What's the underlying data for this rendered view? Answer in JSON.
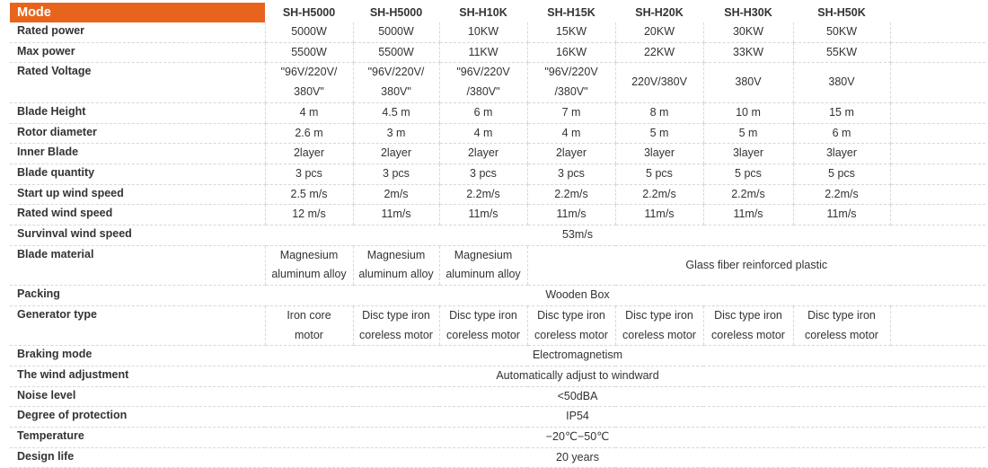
{
  "header": {
    "mode_label": "Mode",
    "models": [
      "SH-H5000",
      "SH-H5000",
      "SH-H10K",
      "SH-H15K",
      "SH-H20K",
      "SH-H30K",
      "SH-H50K"
    ]
  },
  "rows": [
    {
      "name": "rated-power",
      "label": "Rated power",
      "values": [
        "5000W",
        "5000W",
        "10KW",
        "15KW",
        "20KW",
        "30KW",
        "50KW"
      ]
    },
    {
      "name": "max-power",
      "label": "Max power",
      "values": [
        "5500W",
        "5500W",
        "11KW",
        "16KW",
        "22KW",
        "33KW",
        "55KW"
      ]
    },
    {
      "name": "rated-voltage",
      "label": "Rated Voltage",
      "tall": true,
      "values": [
        "\"96V/220V/\n380V\"",
        "\"96V/220V/\n380V\"",
        "\"96V/220V\n/380V\"",
        "\"96V/220V\n/380V\"",
        "220V/380V",
        "380V",
        "380V"
      ]
    },
    {
      "name": "blade-height",
      "label": "Blade Height",
      "values": [
        "4 m",
        "4.5 m",
        "6 m",
        "7 m",
        "8 m",
        "10 m",
        "15 m"
      ]
    },
    {
      "name": "rotor-diameter",
      "label": "Rotor diameter",
      "values": [
        "2.6 m",
        "3 m",
        "4 m",
        "4 m",
        "5 m",
        "5 m",
        "6 m"
      ]
    },
    {
      "name": "inner-blade",
      "label": "Inner Blade",
      "values": [
        "2layer",
        "2layer",
        "2layer",
        "2layer",
        "3layer",
        "3layer",
        "3layer"
      ]
    },
    {
      "name": "blade-quantity",
      "label": "Blade quantity",
      "values": [
        "3 pcs",
        "3 pcs",
        "3 pcs",
        "3 pcs",
        "5 pcs",
        "5 pcs",
        "5 pcs"
      ]
    },
    {
      "name": "start-up-wind-speed",
      "label": "Start up wind speed",
      "values": [
        "2.5 m/s",
        "2m/s",
        "2.2m/s",
        "2.2m/s",
        "2.2m/s",
        "2.2m/s",
        "2.2m/s"
      ]
    },
    {
      "name": "rated-wind-speed",
      "label": "Rated wind speed",
      "values": [
        "12 m/s",
        "11m/s",
        "11m/s",
        "11m/s",
        "11m/s",
        "11m/s",
        "11m/s"
      ]
    },
    {
      "name": "survival-wind-speed",
      "label": "Survinval wind speed",
      "span": "53m/s"
    },
    {
      "name": "blade-material",
      "label": "Blade material",
      "tall": true,
      "values": [
        "Magnesium\naluminum alloy",
        "Magnesium\naluminum alloy",
        "Magnesium\naluminum alloy"
      ],
      "rest": "Glass fiber reinforced plastic"
    },
    {
      "name": "packing",
      "label": "Packing",
      "span": "Wooden Box"
    },
    {
      "name": "generator-type",
      "label": "Generator type",
      "tall": true,
      "values": [
        "Iron core\nmotor",
        "Disc type iron\ncoreless motor",
        "Disc type iron\ncoreless motor",
        "Disc type iron\ncoreless motor",
        "Disc type iron\ncoreless motor",
        "Disc type iron\ncoreless motor",
        "Disc type iron\ncoreless motor"
      ]
    },
    {
      "name": "braking-mode",
      "label": "Braking mode",
      "span": "Electromagnetism"
    },
    {
      "name": "wind-adjustment",
      "label": "The wind adjustment",
      "span": "Automatically adjust to windward"
    },
    {
      "name": "noise-level",
      "label": "Noise level",
      "span": "<50dBA"
    },
    {
      "name": "degree-of-protection",
      "label": "Degree of protection",
      "span": "IP54"
    },
    {
      "name": "temperature",
      "label": "Temperature",
      "span": "−20℃−50℃"
    },
    {
      "name": "design-life",
      "label": "Design life",
      "span": "20 years"
    }
  ],
  "colors": {
    "accent": "#e8641d",
    "header_text": "#ffffff"
  }
}
